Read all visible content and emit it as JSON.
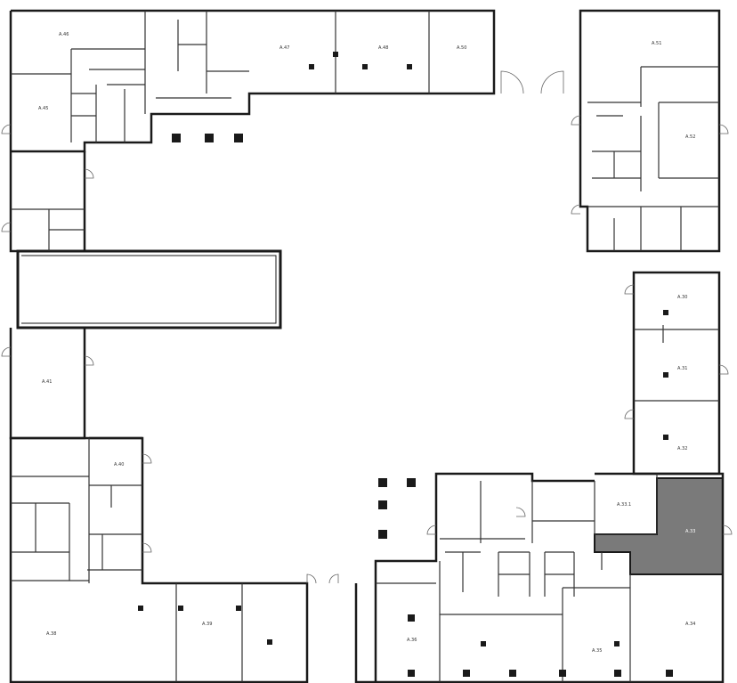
{
  "plan": {
    "colors": {
      "background": "#ffffff",
      "wall": "#1a1a1a",
      "thin_line": "#555555",
      "highlight": "#7a7a7a"
    },
    "highlighted_unit": "А.33",
    "units": [
      {
        "id": "u46",
        "label": "А.46"
      },
      {
        "id": "u47",
        "label": "А.47"
      },
      {
        "id": "u48",
        "label": "А.48"
      },
      {
        "id": "u50",
        "label": "А.50"
      },
      {
        "id": "u51",
        "label": "А.51"
      },
      {
        "id": "u45",
        "label": "А.45"
      },
      {
        "id": "u52",
        "label": "А.52"
      },
      {
        "id": "u30t",
        "label": "А.30"
      },
      {
        "id": "u31",
        "label": "А.31"
      },
      {
        "id": "u32",
        "label": "А.32"
      },
      {
        "id": "u41",
        "label": "А.41"
      },
      {
        "id": "u40",
        "label": "А.40"
      },
      {
        "id": "u331",
        "label": "А.33.1"
      },
      {
        "id": "u33",
        "label": "А.33"
      },
      {
        "id": "u38",
        "label": "А.38"
      },
      {
        "id": "u39",
        "label": "А.39"
      },
      {
        "id": "u36",
        "label": "А.36"
      },
      {
        "id": "u35",
        "label": "А.35"
      },
      {
        "id": "u34",
        "label": "А.34"
      }
    ]
  }
}
